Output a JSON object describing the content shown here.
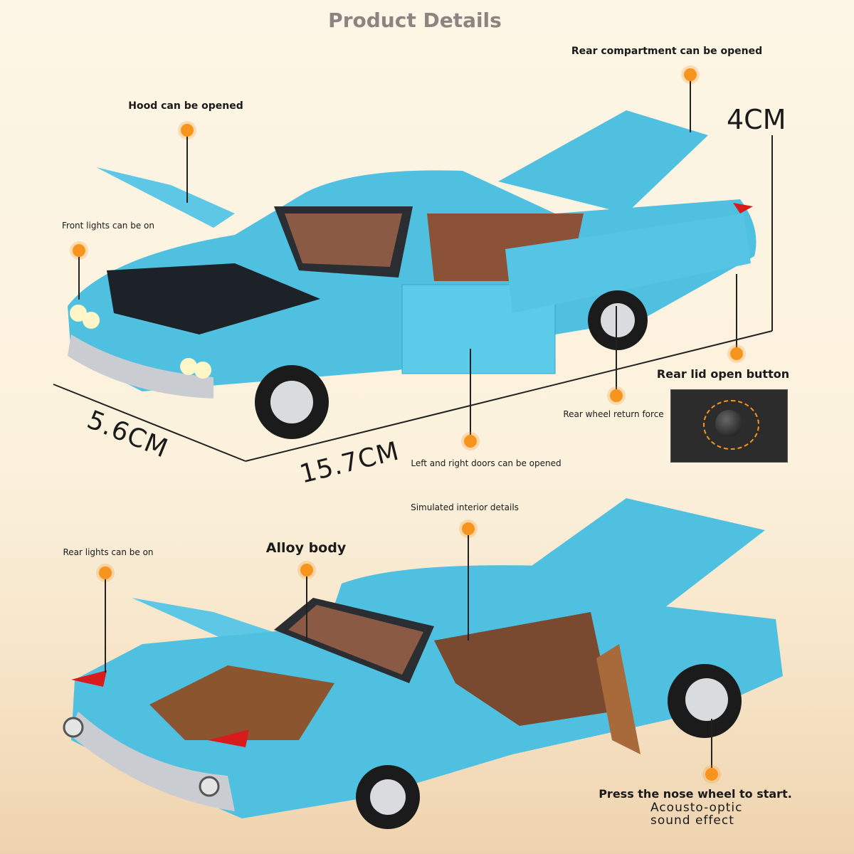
{
  "title": "Product Details",
  "dimensions": {
    "height": "4CM",
    "width": "5.6CM",
    "length": "15.7CM"
  },
  "features": {
    "rear_compartment": "Rear compartment can be opened",
    "hood": "Hood can be opened",
    "front_lights": "Front lights can be on",
    "rear_lid_button": "Rear lid open button",
    "rear_wheel": "Rear wheel return force",
    "doors": "Left and right doors can be opened",
    "interior": "Simulated interior details",
    "rear_lights": "Rear lights can be on",
    "alloy_body": "Alloy body",
    "nose_wheel": "Press the nose wheel to start.",
    "sound_line1": "Acousto-optic",
    "sound_line2": "sound effect"
  },
  "colors": {
    "accent": "#f7941d",
    "car": "#4fc0e0",
    "title": "#8a8580"
  }
}
